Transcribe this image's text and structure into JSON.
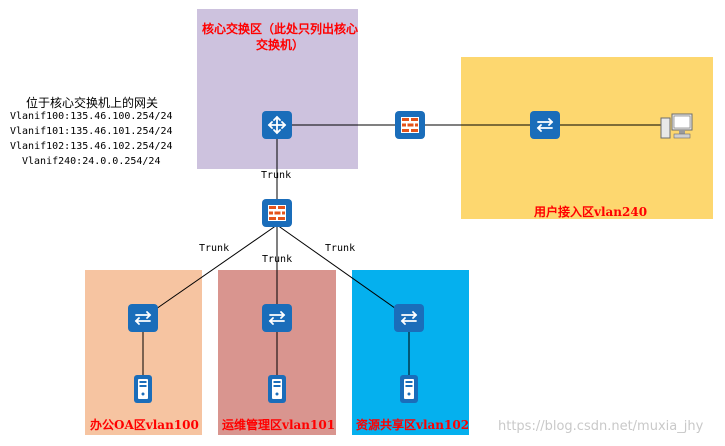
{
  "zones": {
    "core": {
      "title": "核心交换区（此处只列出核心交换机）",
      "color": "#cdc2de"
    },
    "user": {
      "title": "用户接入区vlan240",
      "color": "#fdd76f"
    },
    "office": {
      "title": "办公OA区vlan100",
      "color": "#f6c4a1"
    },
    "ops": {
      "title": "运维管理区vlan101",
      "color": "#d9958f"
    },
    "share": {
      "title": "资源共享区vlan102",
      "color": "#05b0ee"
    }
  },
  "gateways": {
    "heading": "位于核心交换机上的网关",
    "lines": [
      "Vlanif100:135.46.100.254/24",
      "Vlanif101:135.46.101.254/24",
      "Vlanif102:135.46.102.254/24",
      "Vlanif240:24.0.0.254/24"
    ]
  },
  "links": {
    "trunk_core": "Trunk",
    "trunk_left": "Trunk",
    "trunk_mid": "Trunk",
    "trunk_right": "Trunk"
  },
  "icons": {
    "core_switch": "router-switch-icon",
    "firewall": "firewall-icon",
    "access_switch": "switch-icon",
    "server": "server-icon",
    "pc": "pc-icon"
  },
  "watermark": "https://blog.csdn.net/muxia_jhy"
}
